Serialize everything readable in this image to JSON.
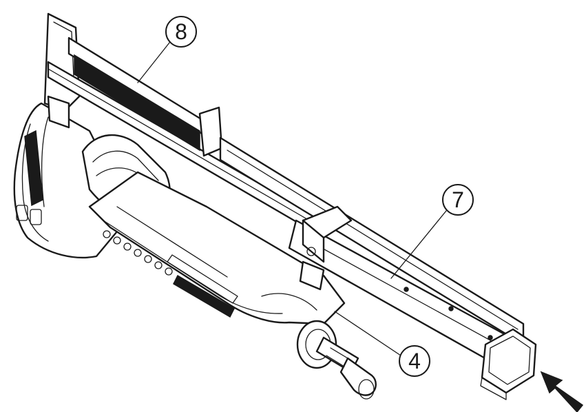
{
  "callouts": [
    {
      "id": "callout-8",
      "label": "8"
    },
    {
      "id": "callout-7",
      "label": "7"
    },
    {
      "id": "callout-4",
      "label": "4"
    }
  ],
  "colors": {
    "line": "#1a1a1a",
    "background": "#ffffff"
  },
  "icons": {
    "direction_arrow": "push-arrow-icon"
  }
}
